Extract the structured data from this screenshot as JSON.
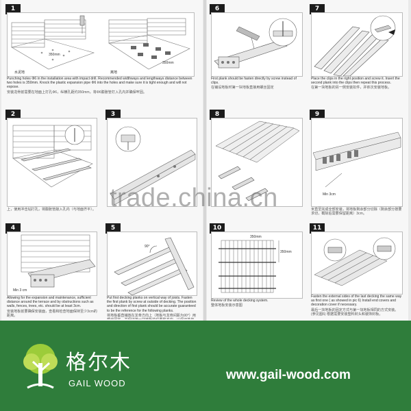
{
  "steps": {
    "s1": {
      "number": "1",
      "text": "Punching holes Φ6 in the installation area with impact drill. Recommended widthways and lengthways distance between two holes is 350mm. Knock the plastic expansion pipe Φ6 into the holes and make sure it is tight enough and will not expose.",
      "cn": "安装龙骨前需要在地面上打孔Φ6，纵横孔距约350mm，将Φ6膨胀管打入孔内并确保牢固。",
      "label_a": "水泥地",
      "label_b": "离地",
      "dim_a": "350mm",
      "dim_b": "350mm"
    },
    "s2": {
      "number": "2",
      "text": "",
      "cn": "上，使用冲击钻打孔，将膨胀管敲入孔内（与地面齐平）。"
    },
    "s3": {
      "number": "3",
      "text": "",
      "cn": ""
    },
    "s4": {
      "number": "4",
      "text": "Allowing for the expansion and maintenance, sufficient distance around the terrace and by obstructions such as walls, fences, trees, etc. should be at least 3cm.",
      "cn": "安装地板前要确保安装面，查看和检查地面保持至少3cm的距离。",
      "dim": "Min 3 cm"
    },
    "s5": {
      "number": "5",
      "text": "Put first decking planks on vertical way of joists. Fasten the first plank by screw at outside of decking. The position and direction of first plank should be accurate guaranteed to be the reference for the following planks.",
      "cn": "将地板垂直铺放在龙骨方向上（地板与龙骨间距为90°）用螺丝固定，并保证第一块地板的位置和方向，以保证其作为后续地板的参考标准。",
      "angle": "90°"
    },
    "s6": {
      "number": "6",
      "text": "First plank should be fasten directly by screw instead of clips.",
      "cn": "在铺设地板时第一块地板直接用螺丝固定"
    },
    "s7": {
      "number": "7",
      "text": "Place the clips in the right position and screw it. Insert the second plank into the clips then repeat this process.",
      "cn": "在第一块地板的另一侧安装扣件，并依次安装地板。"
    },
    "s8": {
      "number": "8",
      "text": "",
      "cn": ""
    },
    "s9": {
      "number": "9",
      "text": "",
      "cn": "米直至完成全部安装，将地板剩余部分切除（剩余部分按要求切，截除后需要保留距离）3cm。",
      "dim": "Min 3cm"
    },
    "s10": {
      "number": "10",
      "text": "Review of the whole decking system.",
      "cn": "整体地板安装示意图",
      "dim_a": "350mm",
      "dim_b": "350mm"
    },
    "s11": {
      "number": "11",
      "text": "Fasten the external sides of the last decking the same way as first one ( as showed in pic 6) Install end covers and decoration cover if necessary.",
      "cn": "最后一块地板的固定方式与第一块地板相同的方式安装。(参见图6) 根据需要安装塑料封头和装饰封板。"
    }
  },
  "watermark": "trade.china.cn",
  "brand": {
    "cn": "格尔木",
    "en": "GAIL WOOD",
    "website": "www.gail-wood.com"
  },
  "colors": {
    "band": "#2f7d3b",
    "accent": "#1c1c1c"
  }
}
